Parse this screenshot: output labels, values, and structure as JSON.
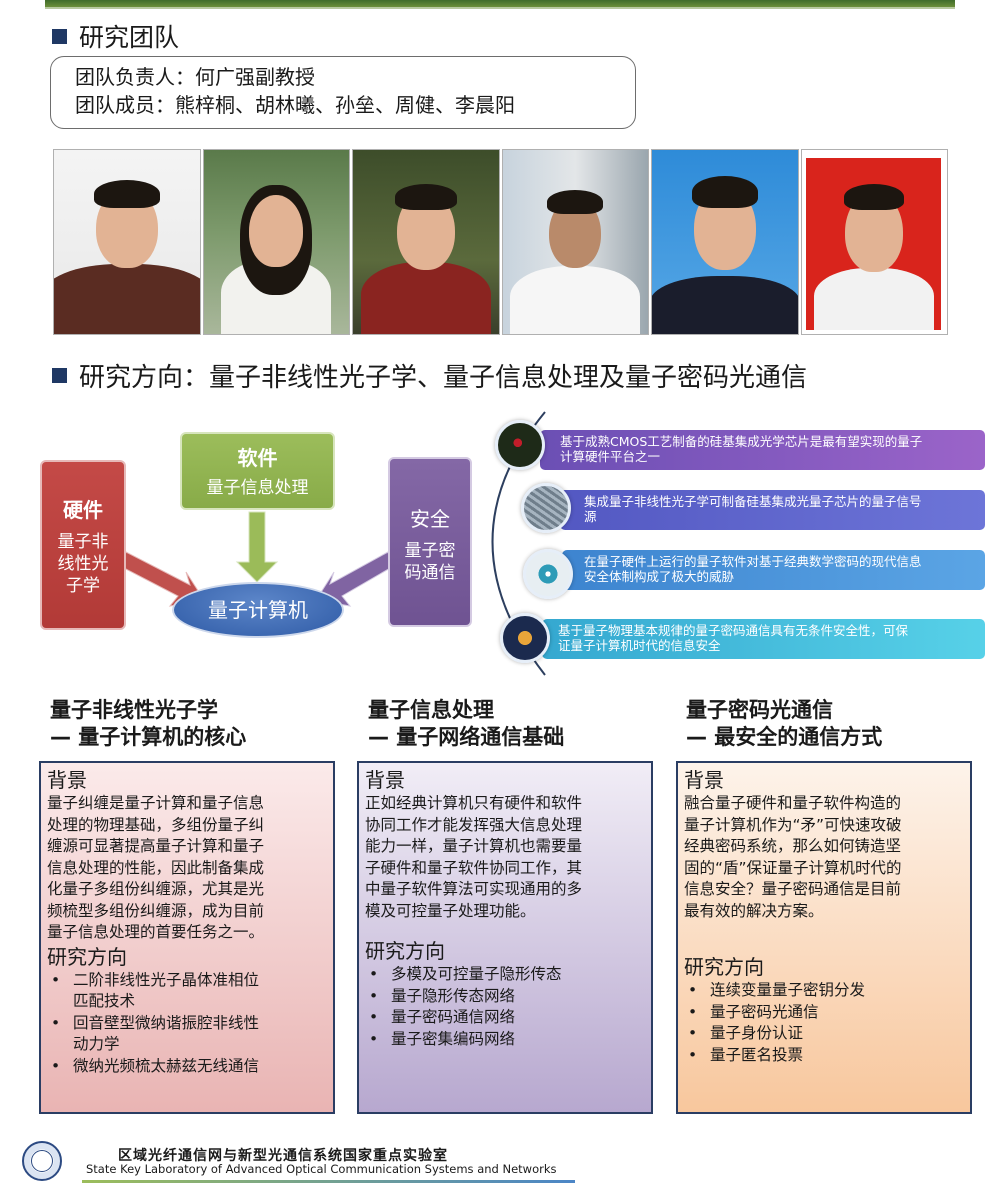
{
  "section1": {
    "title": "研究团队"
  },
  "team": {
    "leader": "团队负责人：何广强副教授",
    "members": "团队成员：熊梓桐、胡林曦、孙垒、周健、李晨阳"
  },
  "section2": {
    "title": "研究方向：量子非线性光子学、量子信息处理及量子密码光通信"
  },
  "diagram": {
    "hardware": {
      "title": "硬件",
      "sub": [
        "量子非",
        "线性光",
        "子学"
      ]
    },
    "software": {
      "title": "软件",
      "sub": "量子信息处理"
    },
    "security": {
      "title": "安全",
      "sub": [
        "量子密",
        "码通信"
      ]
    },
    "center": "量子计算机",
    "colors": {
      "hardware": "#c0504d",
      "software": "#9bbb59",
      "security": "#8064a2",
      "center": "#4f81bd"
    },
    "points": [
      [
        "基于成熟CMOS工艺制备的硅基集成光学芯片是最有望实现的量子",
        "计算硬件平台之一"
      ],
      [
        "集成量子非线性光子学可制备硅基集成光量子芯片的量子信号",
        "源"
      ],
      [
        "在量子硬件上运行的量子软件对基于经典数学密码的现代信息",
        "安全体制构成了极大的威胁"
      ],
      [
        "基于量子物理基本规律的量子密码通信具有无条件安全性，可保",
        "证量子计算机时代的信息安全"
      ]
    ]
  },
  "columns": [
    {
      "heading": [
        "量子非线性光子学",
        "— 量子计算机的核心"
      ],
      "bg_label": "背景",
      "bg_lines": [
        "量子纠缠是量子计算和量子信息",
        "处理的物理基础，多组份量子纠",
        "缠源可显著提高量子计算和量子",
        "信息处理的性能，因此制备集成",
        "化量子多组份纠缠源，尤其是光",
        "频梳型多组份纠缠源，成为目前",
        "量子信息处理的首要任务之一。"
      ],
      "dir_label": "研究方向",
      "items": [
        [
          "二阶非线性光子晶体准相位",
          "匹配技术"
        ],
        [
          "回音壁型微纳谐振腔非线性",
          "动力学"
        ],
        [
          "微纳光频梳太赫兹无线通信"
        ]
      ]
    },
    {
      "heading": [
        "量子信息处理",
        "— 量子网络通信基础"
      ],
      "bg_label": "背景",
      "bg_lines": [
        "正如经典计算机只有硬件和软件",
        "协同工作才能发挥强大信息处理",
        "能力一样，量子计算机也需要量",
        "子硬件和量子软件协同工作，其",
        "中量子软件算法可实现通用的多",
        "模及可控量子处理功能。"
      ],
      "dir_label": "研究方向",
      "items": [
        [
          "多模及可控量子隐形传态"
        ],
        [
          "量子隐形传态网络"
        ],
        [
          "量子密码通信网络"
        ],
        [
          "量子密集编码网络"
        ]
      ]
    },
    {
      "heading": [
        "量子密码光通信",
        "— 最安全的通信方式"
      ],
      "bg_label": "背景",
      "bg_lines": [
        "融合量子硬件和量子软件构造的",
        "量子计算机作为“矛”可快速攻破",
        "经典密码系统，那么如何铸造坚",
        "固的“盾”保证量子计算机时代的",
        "信息安全？量子密码通信是目前",
        "最有效的解决方案。"
      ],
      "dir_label": "研究方向",
      "items": [
        [
          "连续变量量子密钥分发"
        ],
        [
          "量子密码光通信"
        ],
        [
          "量子身份认证"
        ],
        [
          "量子匿名投票"
        ]
      ]
    }
  ],
  "footer": {
    "cn": "区域光纤通信网与新型光通信系统国家重点实验室",
    "en": "State Key  Laboratory of Advanced Optical Communication Systems and Networks"
  }
}
